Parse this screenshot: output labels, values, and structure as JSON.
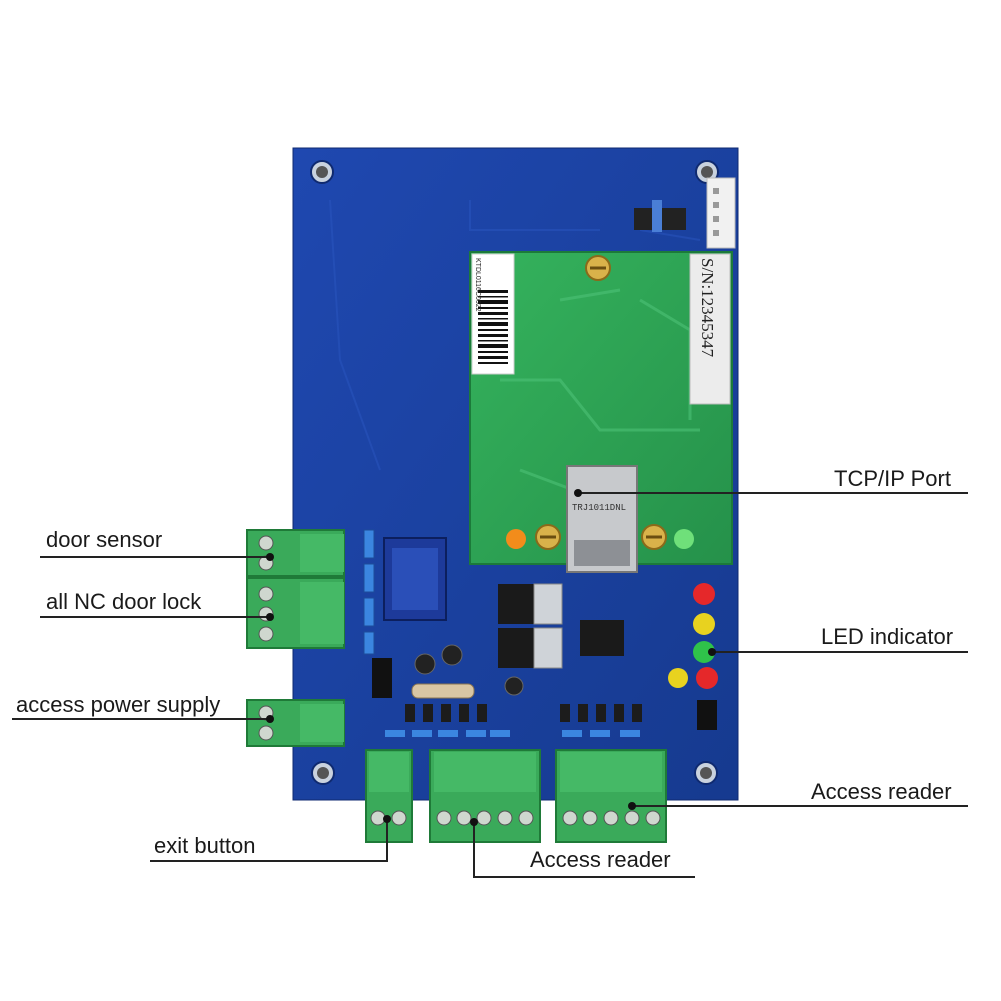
{
  "callouts": {
    "door_sensor": "door sensor",
    "nc_door_lock": "all NC door lock",
    "power_supply": "access power supply",
    "exit_button": "exit button",
    "tcp_ip_port": "TCP/IP Port",
    "led_indicator": "LED indicator",
    "access_reader_right": "Access reader",
    "access_reader_bottom": "Access reader"
  },
  "board": {
    "serial_label": "S/N:12345347",
    "barcode_text": "KTDL0116C0022",
    "jack_text": "TRJ1011DNL"
  },
  "colors": {
    "pcb_main": "#1b3f9c",
    "pcb_module": "#2fa655",
    "terminal_green": "#3aaa5a",
    "led_red": "#e5282a",
    "led_yellow": "#e8d21f",
    "led_green": "#2fc24a",
    "led_orange": "#f28c1b"
  }
}
